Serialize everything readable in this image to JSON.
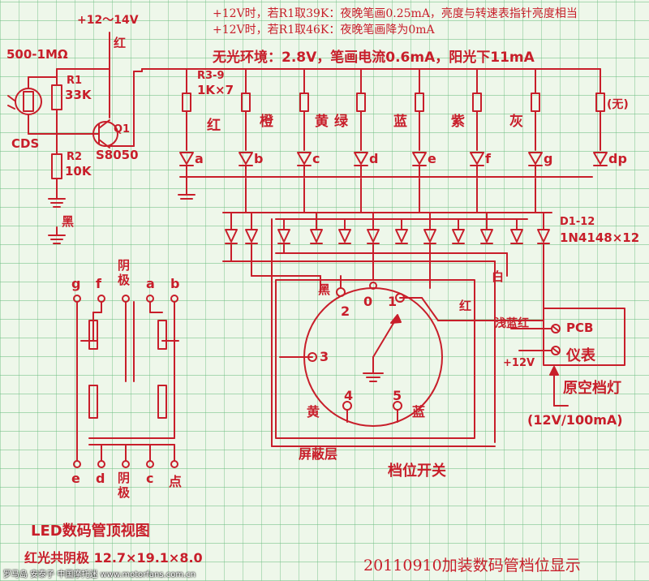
{
  "notes": {
    "note1": "+12V时，若R1取39K：夜晚笔画0.25mA，亮度与转速表指针亮度相当",
    "note2": "+12V时，若R1取46K：夜晚笔画降为0mA",
    "note3": "无光环境：2.8V，笔画电流0.6mA，阳光下11mA"
  },
  "supply": {
    "voltage": "+12～14V",
    "red": "红",
    "black": "黑"
  },
  "components": {
    "cds_range": "500-1MΩ",
    "cds": "CDS",
    "r1_name": "R1",
    "r1_value": "33K",
    "r2_name": "R2",
    "r2_value": "10K",
    "q1": "Q1",
    "q1_part": "S8050",
    "r3_name": "R3-9",
    "r3_value": "1K×7",
    "none_label": "(无)",
    "diode_name": "D1-12",
    "diode_part": "1N4148×12"
  },
  "colors": {
    "red": "红",
    "orange": "橙",
    "yellow": "黄",
    "green": "绿",
    "blue": "蓝",
    "purple": "紫",
    "gray": "灰"
  },
  "segments": [
    "a",
    "b",
    "c",
    "d",
    "e",
    "f",
    "g",
    "dp"
  ],
  "switch": {
    "positions": [
      "0",
      "1",
      "2",
      "3",
      "4",
      "5"
    ],
    "black": "黑",
    "red": "红",
    "white": "白",
    "yellow": "黄",
    "blue": "蓝",
    "shield": "屏蔽层",
    "label": "档位开关"
  },
  "meter": {
    "light_blue_red": "浅蓝红",
    "pcb": "PCB",
    "plus12": "+12V",
    "meter": "仪表",
    "original_lamp": "原空档灯",
    "lamp_spec": "(12V/100mA)"
  },
  "led_view": {
    "top_pins": [
      "g",
      "f",
      "阴极",
      "a",
      "b"
    ],
    "bottom_pins": [
      "e",
      "d",
      "阴极",
      "c",
      "点"
    ],
    "title": "LED数码管顶视图",
    "subtitle": "红光共阴极 12.7×19.1×8.0"
  },
  "footer": {
    "title": "20110910加装数码管档位显示",
    "watermark": "罗马岛 安泰子 中国摩托迷 www.motorfans.com.cn"
  },
  "ink_color": "#c81e2a"
}
